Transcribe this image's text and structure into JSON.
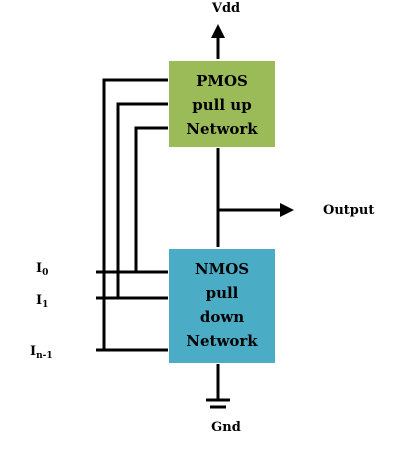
{
  "supply": {
    "vdd_label": "Vdd",
    "gnd_label": "Gnd"
  },
  "pmos": {
    "line1": "PMOS",
    "line2": "pull up",
    "line3": "Network",
    "fill": "#9BBB59"
  },
  "nmos": {
    "line1": "NMOS",
    "line2": "pull",
    "line3": "down",
    "line4": "Network",
    "fill": "#4BACC6"
  },
  "output": {
    "label": "Output"
  },
  "inputs": [
    {
      "base": "I",
      "sub": "0"
    },
    {
      "base": "I",
      "sub": "1"
    },
    {
      "base": "I",
      "sub": "n-1"
    }
  ]
}
